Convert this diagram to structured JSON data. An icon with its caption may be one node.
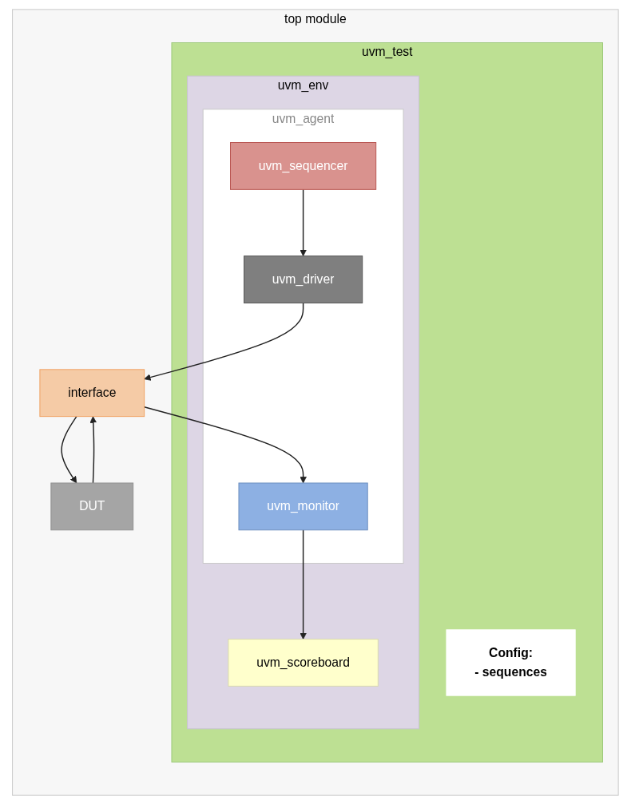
{
  "diagram": {
    "nodes": [
      {
        "text": [
          "top module"
        ]
      },
      {
        "text": [
          "uvm_test"
        ],
        "in": 0
      },
      {
        "text": [
          "Config:",
          "- sequences"
        ],
        "in": 1
      },
      {
        "text": [
          "uvm_env"
        ],
        "in": 1
      },
      {
        "text": [
          "uvm_scoreboard"
        ],
        "in": 3
      },
      {
        "text": [
          "uvm_agent"
        ],
        "in": 3
      },
      {
        "text": [
          "uvm_sequencer"
        ],
        "in": 5
      },
      {
        "text": [
          "uvm_monitor"
        ],
        "in": 5
      },
      {
        "text": [
          "uvm_driver"
        ],
        "in": 5
      },
      {
        "text": [
          "interface"
        ],
        "in": 0
      },
      {
        "text": [
          "DUT"
        ],
        "in": 0
      }
    ],
    "edges": [
      {
        "from": 7,
        "to": 4,
        "arrow": "to"
      },
      {
        "from": 6,
        "to": 8,
        "arrow": "to"
      },
      {
        "from": 9,
        "to": 7,
        "arrow": "to"
      },
      {
        "from": 8,
        "to": 9,
        "arrow": "to"
      },
      {
        "from": 10,
        "to": 9,
        "arrow": "to"
      },
      {
        "from": 9,
        "to": 10,
        "arrow": "to"
      }
    ]
  }
}
